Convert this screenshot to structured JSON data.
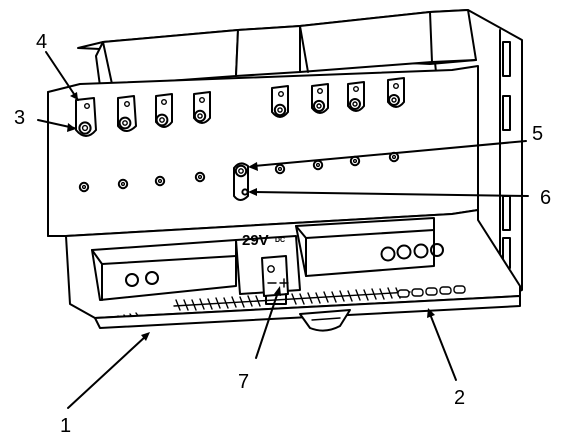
{
  "callouts": [
    {
      "id": "1",
      "label": "1"
    },
    {
      "id": "2",
      "label": "2"
    },
    {
      "id": "3",
      "label": "3"
    },
    {
      "id": "4",
      "label": "4"
    },
    {
      "id": "5",
      "label": "5"
    },
    {
      "id": "6",
      "label": "6"
    },
    {
      "id": "7",
      "label": "7"
    }
  ],
  "device": {
    "voltage_label": "29V",
    "voltage_suffix": "DC",
    "minus_symbol": "−",
    "plus_symbol": "+"
  },
  "colors": {
    "line": "#000000",
    "background": "#ffffff"
  }
}
